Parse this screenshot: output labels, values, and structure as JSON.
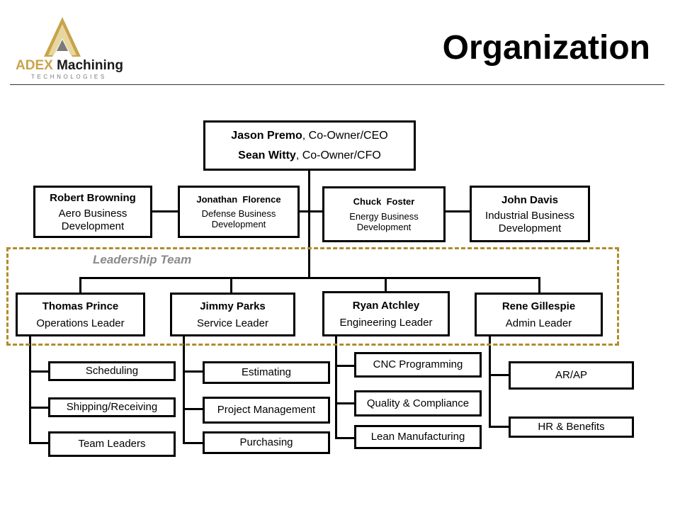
{
  "header": {
    "title": "Organization",
    "logo": {
      "brand": "ADEX",
      "brand_suffix": "Machining",
      "tagline": "TECHNOLOGIES"
    }
  },
  "ceo": {
    "line1_name": "Jason Premo",
    "line1_role": ", Co-Owner/CEO",
    "line2_name": "Sean Witty",
    "line2_role": ", Co-Owner/CFO"
  },
  "business_development": [
    {
      "name": "Robert Browning",
      "role": "Aero Business Development"
    },
    {
      "name": "Jonathan  Florence",
      "role": "Defense Business Development"
    },
    {
      "name": "Chuck  Foster",
      "role": "Energy Business Development"
    },
    {
      "name": "John Davis",
      "role": "Industrial Business Development"
    }
  ],
  "leadership_team": {
    "label": "Leadership Team",
    "leaders": [
      {
        "name": "Thomas Prince",
        "role": "Operations Leader"
      },
      {
        "name": "Jimmy Parks",
        "role": "Service Leader"
      },
      {
        "name": "Ryan Atchley",
        "role": "Engineering Leader"
      },
      {
        "name": "Rene Gillespie",
        "role": "Admin Leader"
      }
    ]
  },
  "departments": {
    "operations": [
      "Scheduling",
      "Shipping/Receiving",
      "Team Leaders"
    ],
    "service": [
      "Estimating",
      "Project Management",
      "Purchasing"
    ],
    "engineering": [
      "CNC Programming",
      "Quality & Compliance",
      "Lean Manufacturing"
    ],
    "admin": [
      "AR/AP",
      "HR & Benefits"
    ]
  },
  "colors": {
    "team_frame": "#b08d2a",
    "team_label": "#8a8a8a",
    "logo_gold": "#c8a44a"
  }
}
